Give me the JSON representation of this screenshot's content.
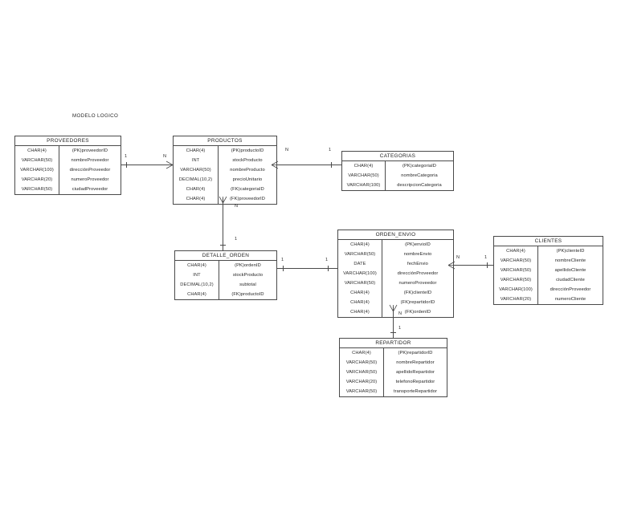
{
  "title": "MODELO LOGICO",
  "entities": {
    "proveedores": {
      "name": "PROVEEDORES",
      "rows": [
        {
          "type": "CHAR(4)",
          "field": "(PK)proveedorID"
        },
        {
          "type": "VARCHAR(50)",
          "field": "nombreProveedor"
        },
        {
          "type": "VARCHAR(100)",
          "field": "direcciónProveedor"
        },
        {
          "type": "VARCHAR(20)",
          "field": "numeroProveedor"
        },
        {
          "type": "VARCHAR(50)",
          "field": "ciudadProveedor"
        }
      ]
    },
    "productos": {
      "name": "PRODUCTOS",
      "rows": [
        {
          "type": "CHAR(4)",
          "field": "(PK)productoID"
        },
        {
          "type": "INT",
          "field": "stockProducto"
        },
        {
          "type": "VARCHAR(50)",
          "field": "nombreProducto"
        },
        {
          "type": "DECIMAL(10,2)",
          "field": "precioUnitario"
        },
        {
          "type": "CHAR(4)",
          "field": "(FK)categoriaID"
        },
        {
          "type": "CHAR(4)",
          "field": "(FK)proveedorID"
        }
      ]
    },
    "categorias": {
      "name": "CATEGORIAS",
      "rows": [
        {
          "type": "CHAR(4)",
          "field": "(PK)categoriaID"
        },
        {
          "type": "VARCHAR(50)",
          "field": "nombreCategoria"
        },
        {
          "type": "VARCHAR(100)",
          "field": "descripcionCategoria"
        }
      ]
    },
    "detalle_orden": {
      "name": "DETALLE_ORDEN",
      "rows": [
        {
          "type": "CHAR(4)",
          "field": "(PK)ordenID"
        },
        {
          "type": "INT",
          "field": "stockProducto"
        },
        {
          "type": "DECIMAL(10,2)",
          "field": "subtotal"
        },
        {
          "type": "CHAR(4)",
          "field": "(FK)productoID"
        }
      ]
    },
    "orden_envio": {
      "name": "ORDEN_ENVIO",
      "rows": [
        {
          "type": "CHAR(4)",
          "field": "(PK)envioID"
        },
        {
          "type": "VARCHAR(50)",
          "field": "nombreEnvio"
        },
        {
          "type": "DATE",
          "field": "fechEnvio"
        },
        {
          "type": "VARCHAR(100)",
          "field": "direcciónProveedor"
        },
        {
          "type": "VARCHAR(50)",
          "field": "numeroProveedor"
        },
        {
          "type": "CHAR(4)",
          "field": "(FK)clienteID"
        },
        {
          "type": "CHAR(4)",
          "field": "(FK)repartidorID"
        },
        {
          "type": "CHAR(4)",
          "field": "(FK)ordenID"
        }
      ]
    },
    "clientes": {
      "name": "CLIENTES",
      "rows": [
        {
          "type": "CHAR(4)",
          "field": "(PK)clienteID"
        },
        {
          "type": "VARCHAR(50)",
          "field": "nombreCliente"
        },
        {
          "type": "VARCHAR(50)",
          "field": "apellidoCliente"
        },
        {
          "type": "VARCHAR(50)",
          "field": "ciudadCliente"
        },
        {
          "type": "VARCHAR(100)",
          "field": "direcciónProveedor"
        },
        {
          "type": "VARCHAR(20)",
          "field": "numeroCliente"
        }
      ]
    },
    "repartidor": {
      "name": "REPARTIDOR",
      "rows": [
        {
          "type": "CHAR(4)",
          "field": "(PK)repartidorID"
        },
        {
          "type": "VARCHAR(50)",
          "field": "nombreRepartidor"
        },
        {
          "type": "VARCHAR(50)",
          "field": "apellidoRepartidor"
        },
        {
          "type": "VARCHAR(20)",
          "field": "telefonoRepartidor"
        },
        {
          "type": "VARCHAR(50)",
          "field": "transporteRepartidor"
        }
      ]
    }
  },
  "relationships": [
    {
      "id": "prov-prod",
      "from": "PROVEEDORES",
      "to": "PRODUCTOS",
      "from_card": "1",
      "to_card": "N"
    },
    {
      "id": "prod-cat",
      "from": "PRODUCTOS",
      "to": "CATEGORIAS",
      "from_card": "N",
      "to_card": "1"
    },
    {
      "id": "prod-det",
      "from": "PRODUCTOS",
      "to": "DETALLE_ORDEN",
      "from_card": "N",
      "to_card": "1"
    },
    {
      "id": "det-orden",
      "from": "DETALLE_ORDEN",
      "to": "ORDEN_ENVIO",
      "from_card": "1",
      "to_card": "1"
    },
    {
      "id": "orden-cli",
      "from": "ORDEN_ENVIO",
      "to": "CLIENTES",
      "from_card": "N",
      "to_card": "1"
    },
    {
      "id": "orden-rep",
      "from": "ORDEN_ENVIO",
      "to": "REPARTIDOR",
      "from_card": "N",
      "to_card": "1"
    }
  ],
  "colors": {
    "stroke": "#4a4a4a",
    "text": "#232323",
    "background": "#ffffff"
  }
}
